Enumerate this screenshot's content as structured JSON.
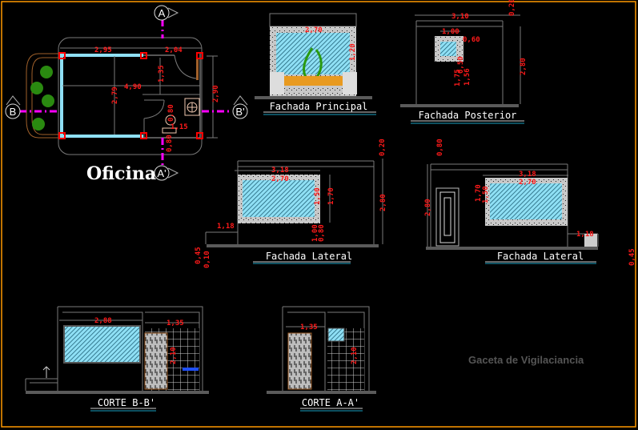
{
  "plan": {
    "title": "Oficina",
    "markers": {
      "a": "A",
      "a_prime": "A'",
      "b": "B",
      "b_prime": "B'"
    },
    "dims": {
      "d1": "2,95",
      "d2": "2,04",
      "d3": "4,90",
      "d4": "1,35",
      "d5": "2,79",
      "d6": "2,90",
      "d7": "0,80",
      "d8": "0,80",
      "d9": "1,15"
    }
  },
  "fachada_principal": {
    "title": "Fachada Principal",
    "dims": {
      "w": "2,70",
      "h": "1,20"
    }
  },
  "fachada_posterior": {
    "title": "Fachada Posterior",
    "dims": {
      "w": "3,10",
      "win": "1,00",
      "win_h": "0,60",
      "top": "0,20",
      "h": "2,80",
      "sill": "1,75",
      "d": "0,50",
      "e": "1,56"
    }
  },
  "fachada_lateral_1": {
    "title": "Fachada Lateral",
    "dims": {
      "w": "3,18",
      "win": "2,70",
      "h1": "1,50",
      "h2": "1,70",
      "h": "2,80",
      "top": "0,20",
      "low": "1,18",
      "sill1": "1,00",
      "sill2": "0,80",
      "g1": "0,45",
      "g2": "0,10"
    }
  },
  "fachada_lateral_2": {
    "title": "Fachada Lateral",
    "dims": {
      "w": "3,18",
      "win": "2,70",
      "top": "0,80",
      "h": "2,80",
      "h1": "1,70",
      "h2": "1,50",
      "low": "1,18",
      "g": "0,45"
    }
  },
  "corte_bb": {
    "title": "CORTE B-B'",
    "dims": {
      "w": "2,88",
      "w2": "1,35",
      "h": "2,10"
    }
  },
  "corte_aa": {
    "title": "CORTE A-A'",
    "dims": {
      "w": "1,35",
      "h": "2,10"
    }
  },
  "watermark": "Gaceta de Vigilaciancia",
  "colors": {
    "frame": "#ff9900",
    "dim": "#ff1a1a",
    "glass": "#7fd8f0",
    "section_line": "#ff00ff"
  }
}
